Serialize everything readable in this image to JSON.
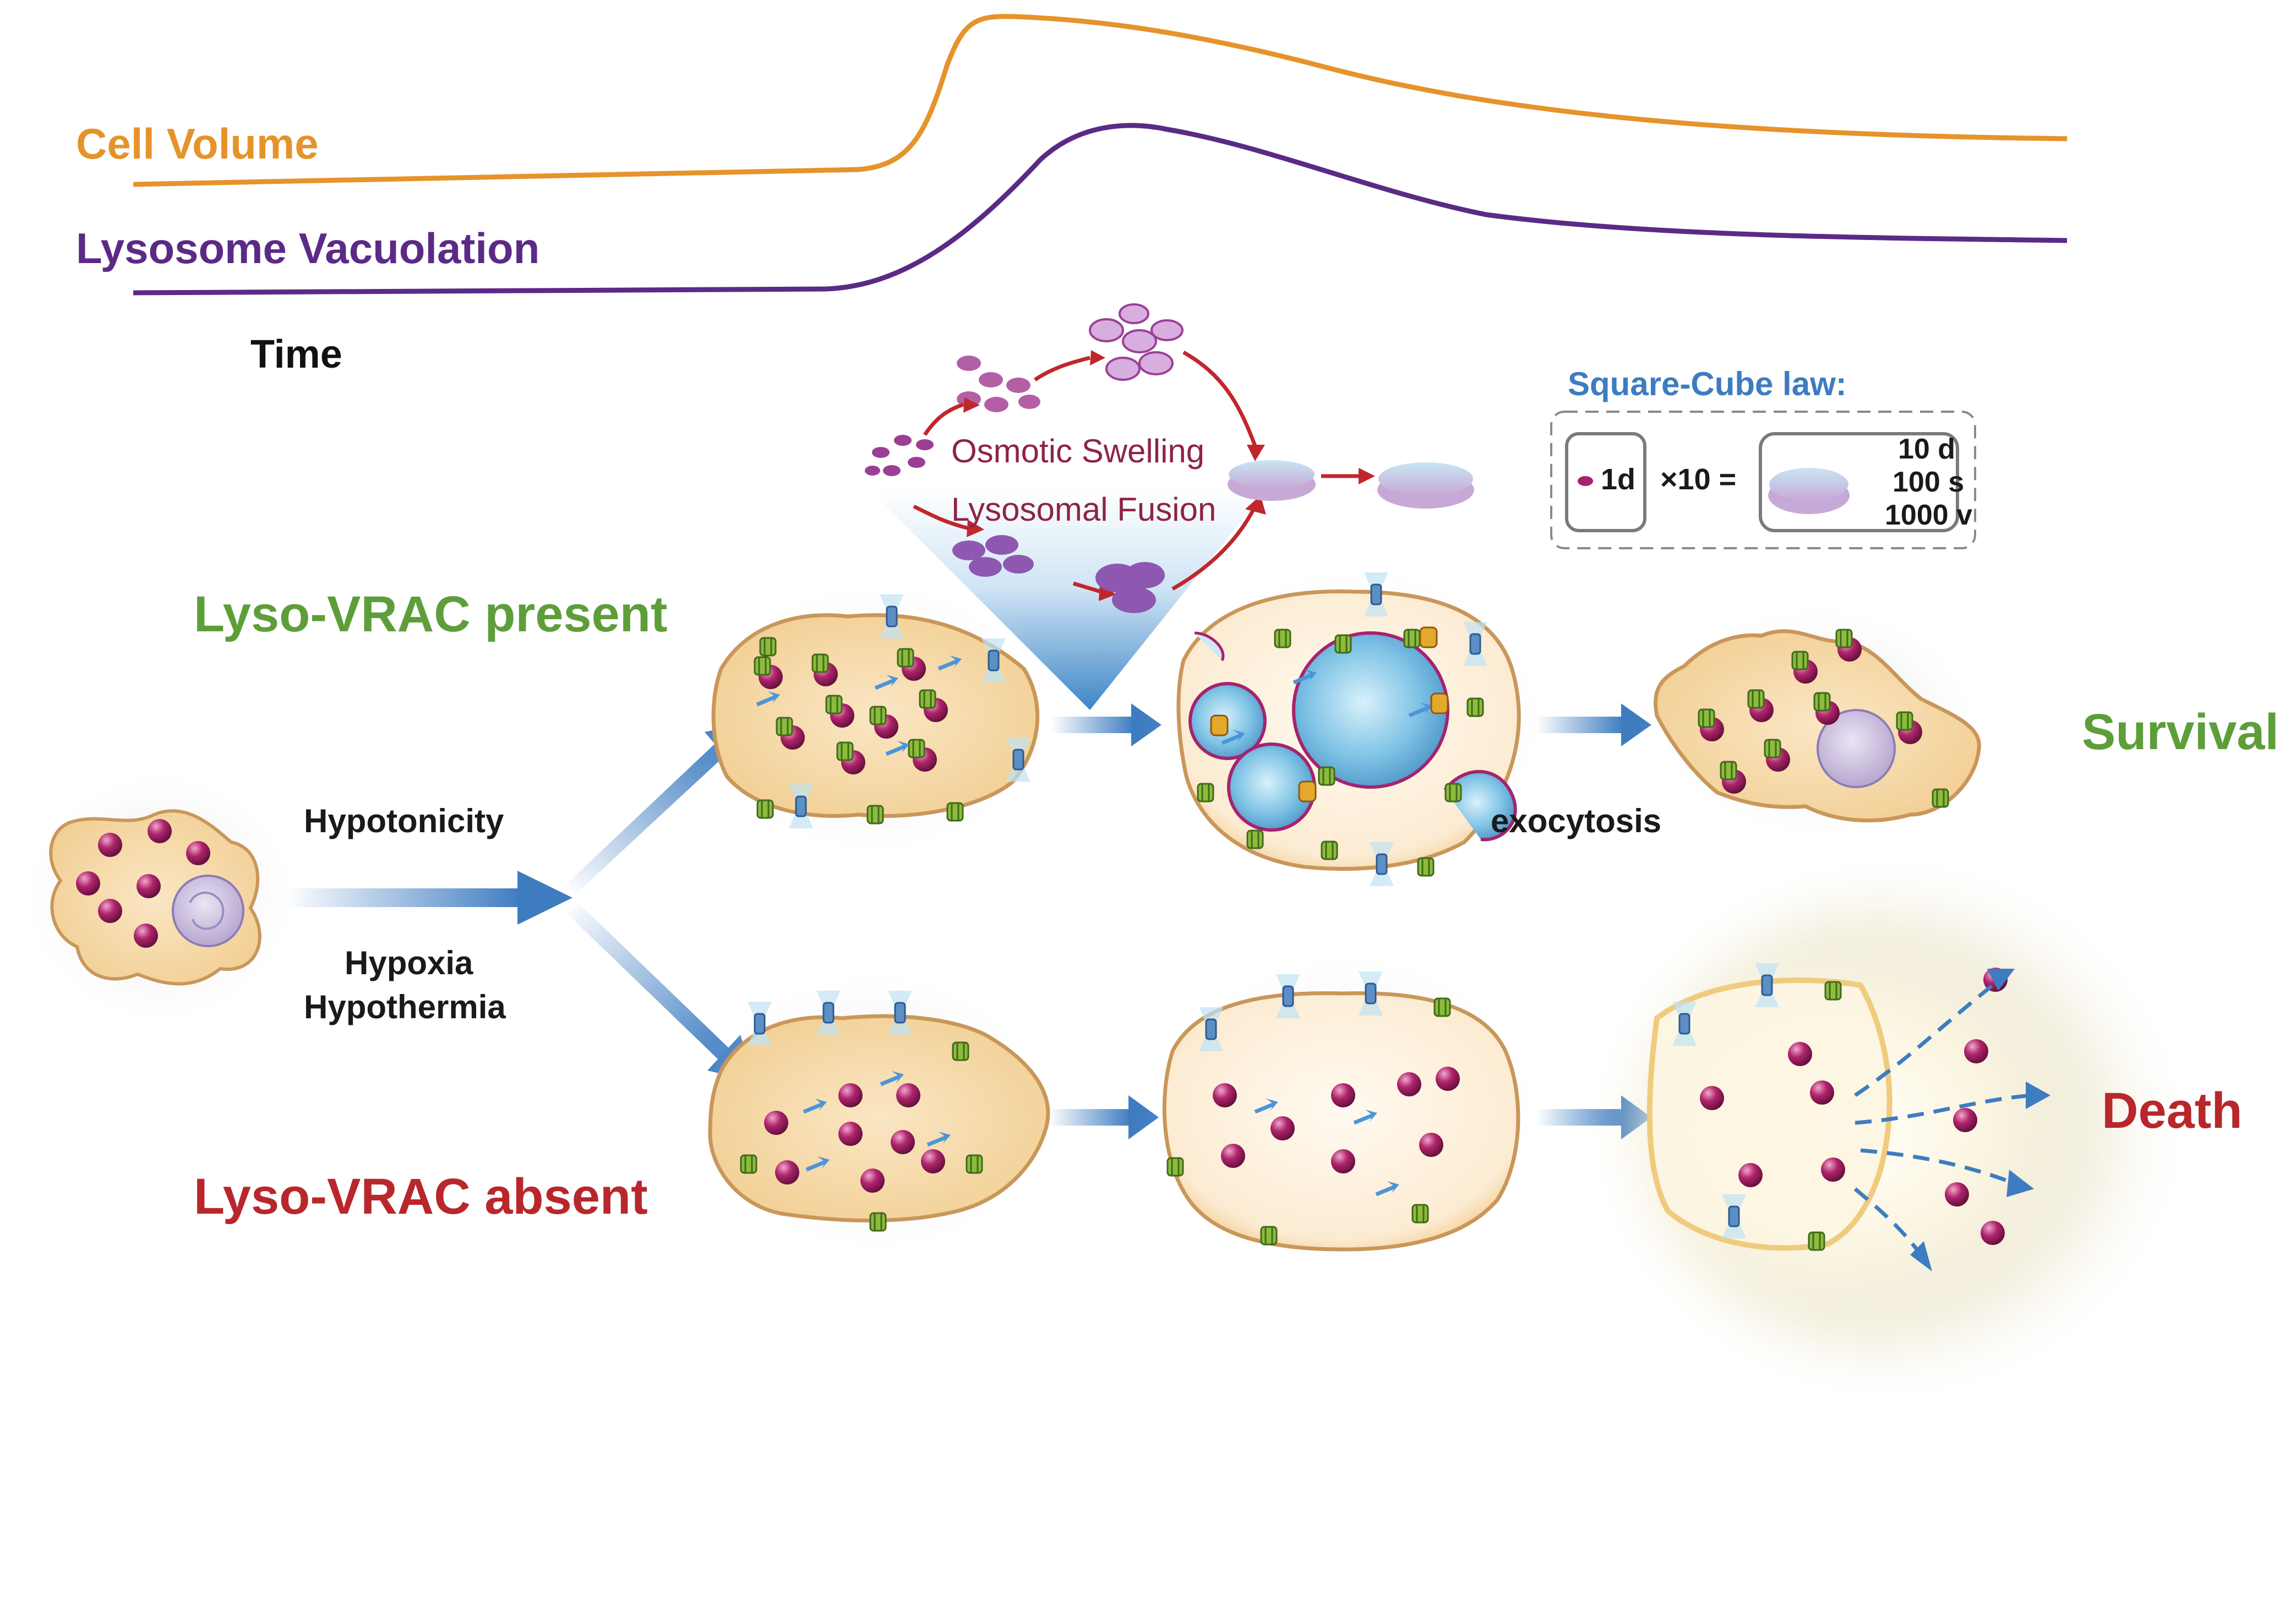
{
  "curves": {
    "cell_volume": {
      "label": "Cell Volume",
      "color": "#E5932A"
    },
    "lysosome_vacuolation": {
      "label": "Lysosome Vacuolation",
      "color": "#5B2A86"
    },
    "time_label": "Time"
  },
  "funnel": {
    "osmotic_swelling": "Osmotic Swelling",
    "lysosomal_fusion": "Lysosomal Fusion"
  },
  "square_cube": {
    "title": "Square-Cube law:",
    "small_label": "1d",
    "multiplier": "×10 =",
    "large_labels": [
      "10 d",
      "100 s",
      "1000 v"
    ]
  },
  "stimuli": {
    "top": "Hypotonicity",
    "bottom_1": "Hypoxia",
    "bottom_2": "Hypothermia"
  },
  "conditions": {
    "present": "Lyso-VRAC present",
    "absent": "Lyso-VRAC absent"
  },
  "outcomes": {
    "survival": "Survival",
    "death": "Death"
  },
  "process": {
    "exocytosis": "exocytosis"
  },
  "colors": {
    "present_green": "#5E9E3A",
    "absent_red": "#B8272B",
    "cytoplasm": "#F6D9A6",
    "membrane": "#C9975A",
    "lysosome": "#B0246C",
    "arrow_blue": "#3E7CC0"
  }
}
